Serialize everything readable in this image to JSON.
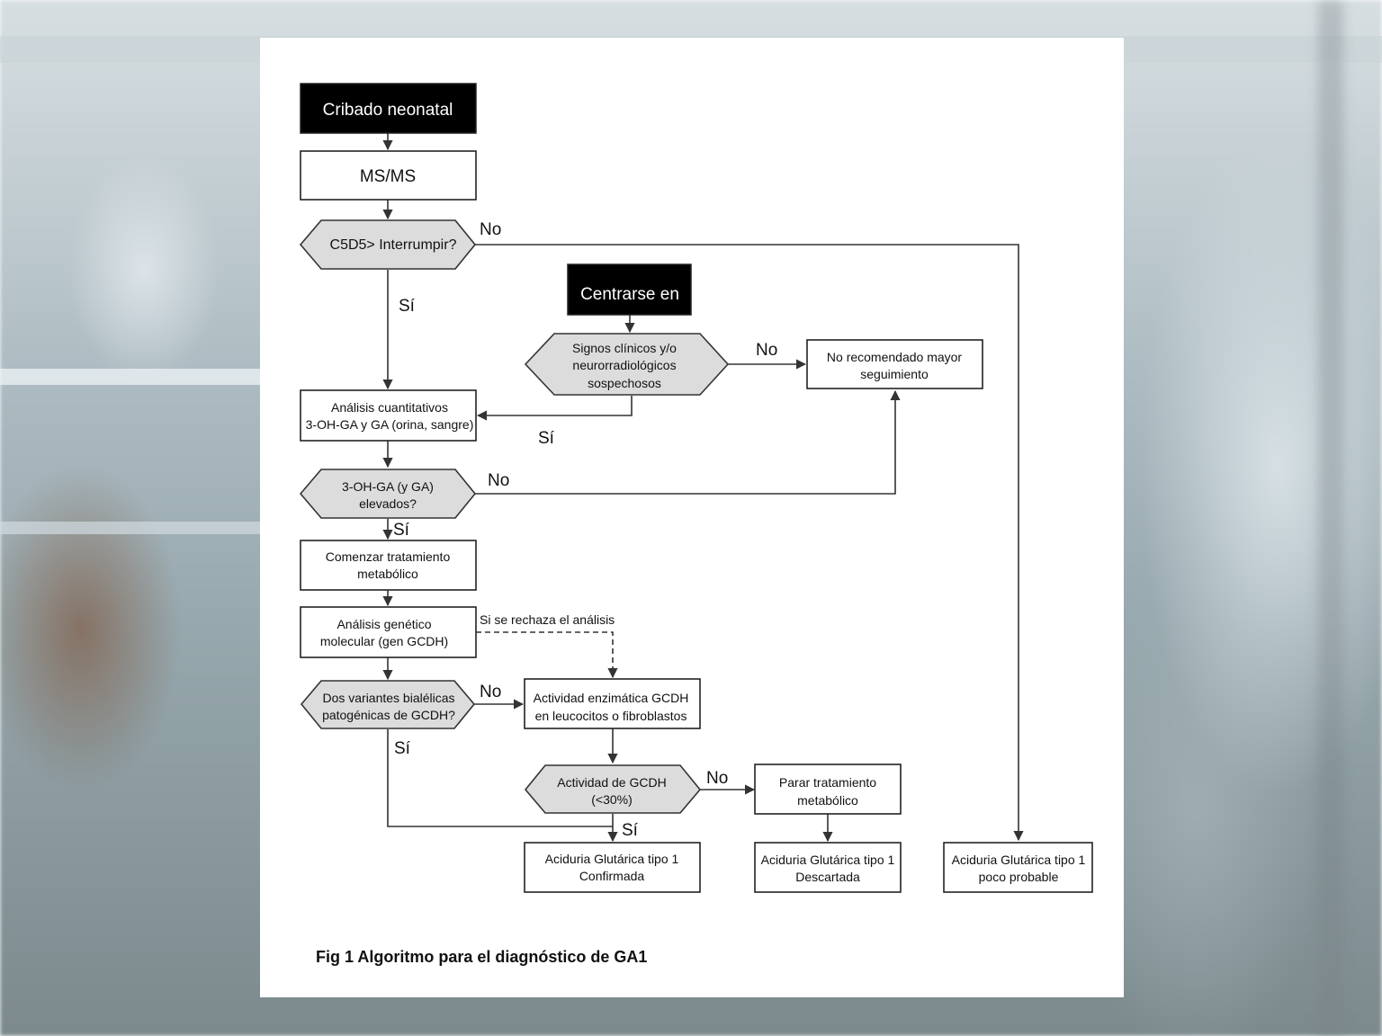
{
  "nodes": {
    "cribado": "Cribado neonatal",
    "msms": "MS/MS",
    "c5d5": "C5D5> Interrumpir?",
    "centrarse": "Centrarse en",
    "signos": [
      "Signos clínicos y/o",
      "neurorradiológicos",
      "sospechosos"
    ],
    "no_recomendado": [
      "No recomendado mayor",
      "seguimiento"
    ],
    "analisis_cuant": [
      "Análisis cuantitativos",
      "3-OH-GA y GA (orina, sangre)"
    ],
    "elevados": [
      "3-OH-GA (y GA)",
      "elevados?"
    ],
    "comenzar": [
      "Comenzar tratamiento",
      "metabólico"
    ],
    "analisis_gen": [
      "Análisis genético",
      "molecular (gen GCDH)"
    ],
    "dos_variantes": [
      "Dos variantes bialélicas",
      "patogénicas de GCDH?"
    ],
    "actividad_enz": [
      "Actividad enzimática GCDH",
      "en leucocitos o fibroblastos"
    ],
    "actividad_gcdh": [
      "Actividad de GCDH",
      "(<30%)"
    ],
    "parar": [
      "Parar  tratamiento",
      "metabólico"
    ],
    "confirmada": [
      "Aciduria Glutárica tipo 1",
      "Confirmada"
    ],
    "descartada": [
      "Aciduria Glutárica tipo 1",
      "Descartada"
    ],
    "poco_probable": [
      "Aciduria Glutárica tipo 1",
      "poco probable"
    ]
  },
  "edge_labels": {
    "c5d5_no": "No",
    "c5d5_si": "Sí",
    "signos_no": "No",
    "signos_si": "Sí",
    "elevados_no": "No",
    "elevados_si": "Sí",
    "rechaza": "Si se rechaza el análisis",
    "variantes_no": "No",
    "variantes_si": "Sí",
    "gcdh_no": "No",
    "gcdh_si": "Sí"
  },
  "caption": "Fig 1 Algoritmo para el diagnóstico de GA1",
  "colors": {
    "header_fill": "#000000",
    "decision_fill": "#dcdcdc",
    "box_fill": "#ffffff",
    "line": "#333333"
  }
}
